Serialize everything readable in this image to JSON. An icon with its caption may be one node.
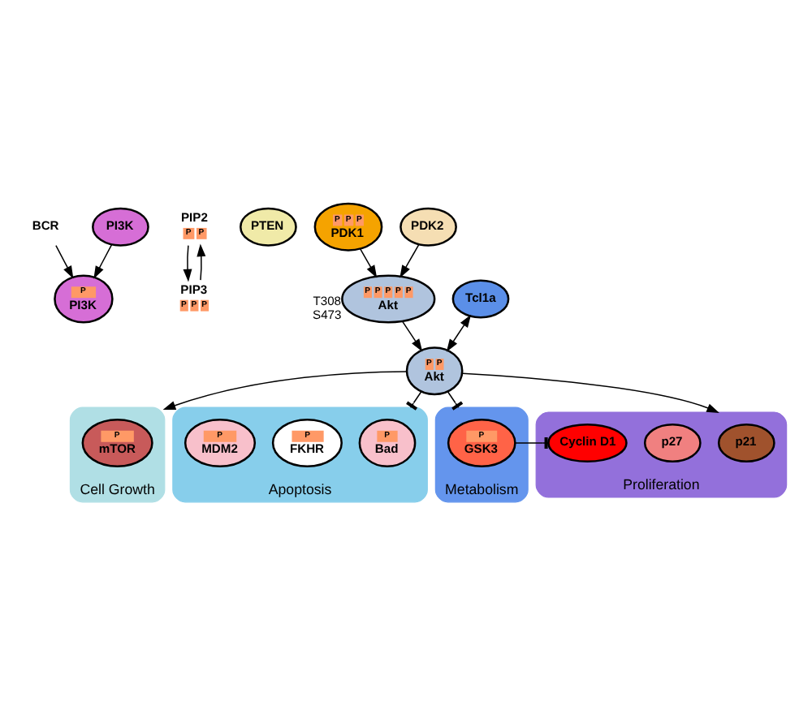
{
  "diagram": {
    "nodes": [
      {
        "text": [
          "BCR"
        ]
      },
      {
        "text": [
          "PIP2",
          "P",
          "P"
        ]
      },
      {
        "text": [
          "PTEN"
        ]
      },
      {
        "text": [
          "PIP3",
          "P",
          "P",
          "P"
        ]
      },
      {
        "text": [
          "PI3K"
        ]
      },
      {
        "text": [
          "P",
          "PI3K"
        ]
      },
      {
        "text": [
          "P",
          "P",
          "P",
          "PDK1"
        ]
      },
      {
        "text": [
          "PDK2"
        ]
      },
      {
        "text": [
          "P",
          "P",
          "P",
          "P",
          "P",
          "Akt"
        ],
        "beside": [
          "T308",
          "S473"
        ]
      },
      {
        "text": [
          "Tcl1a"
        ]
      },
      {
        "text": [
          "P",
          "P",
          "Akt"
        ]
      },
      {
        "text": [
          "Cell Growth"
        ]
      },
      {
        "text": [
          "P",
          "mTOR"
        ],
        "in": 11
      },
      {
        "text": [
          "Apoptosis"
        ]
      },
      {
        "text": [
          "P",
          "Bad"
        ],
        "in": 13
      },
      {
        "text": [
          "P",
          "FKHR"
        ],
        "in": 13
      },
      {
        "text": [
          "P",
          "MDM2"
        ],
        "in": 13
      },
      {
        "text": [
          "Metabolism"
        ]
      },
      {
        "text": [
          "P",
          "GSK3"
        ],
        "in": 17
      },
      {
        "text": [
          "Proliferation"
        ]
      },
      {
        "text": [
          "p21"
        ],
        "in": 19
      },
      {
        "text": [
          "p27"
        ],
        "in": 19
      },
      {
        "text": [
          "Cyclin D1"
        ],
        "in": 19
      }
    ],
    "edges": [
      {
        "from": 3,
        "to": 1,
        "arrow": "to"
      },
      {
        "from": 1,
        "to": 3,
        "arrow": "to"
      },
      {
        "from": 0,
        "to": 5,
        "arrow": "to"
      },
      {
        "from": 4,
        "to": 5,
        "arrow": "to"
      },
      {
        "from": 6,
        "to": 8,
        "arrow": "to"
      },
      {
        "from": 7,
        "to": 8,
        "arrow": "to"
      },
      {
        "from": 8,
        "to": 10,
        "arrow": "to"
      },
      {
        "from": 9,
        "to": 10,
        "arrow": "both"
      },
      {
        "from": 10,
        "to": 11,
        "arrow": "to"
      },
      {
        "from": 10,
        "to": 13,
        "arrow": "other"
      },
      {
        "from": 10,
        "to": 17,
        "arrow": "other"
      },
      {
        "from": 10,
        "to": 19,
        "arrow": "to"
      },
      {
        "from": 18,
        "to": 22,
        "arrow": "other"
      }
    ]
  }
}
